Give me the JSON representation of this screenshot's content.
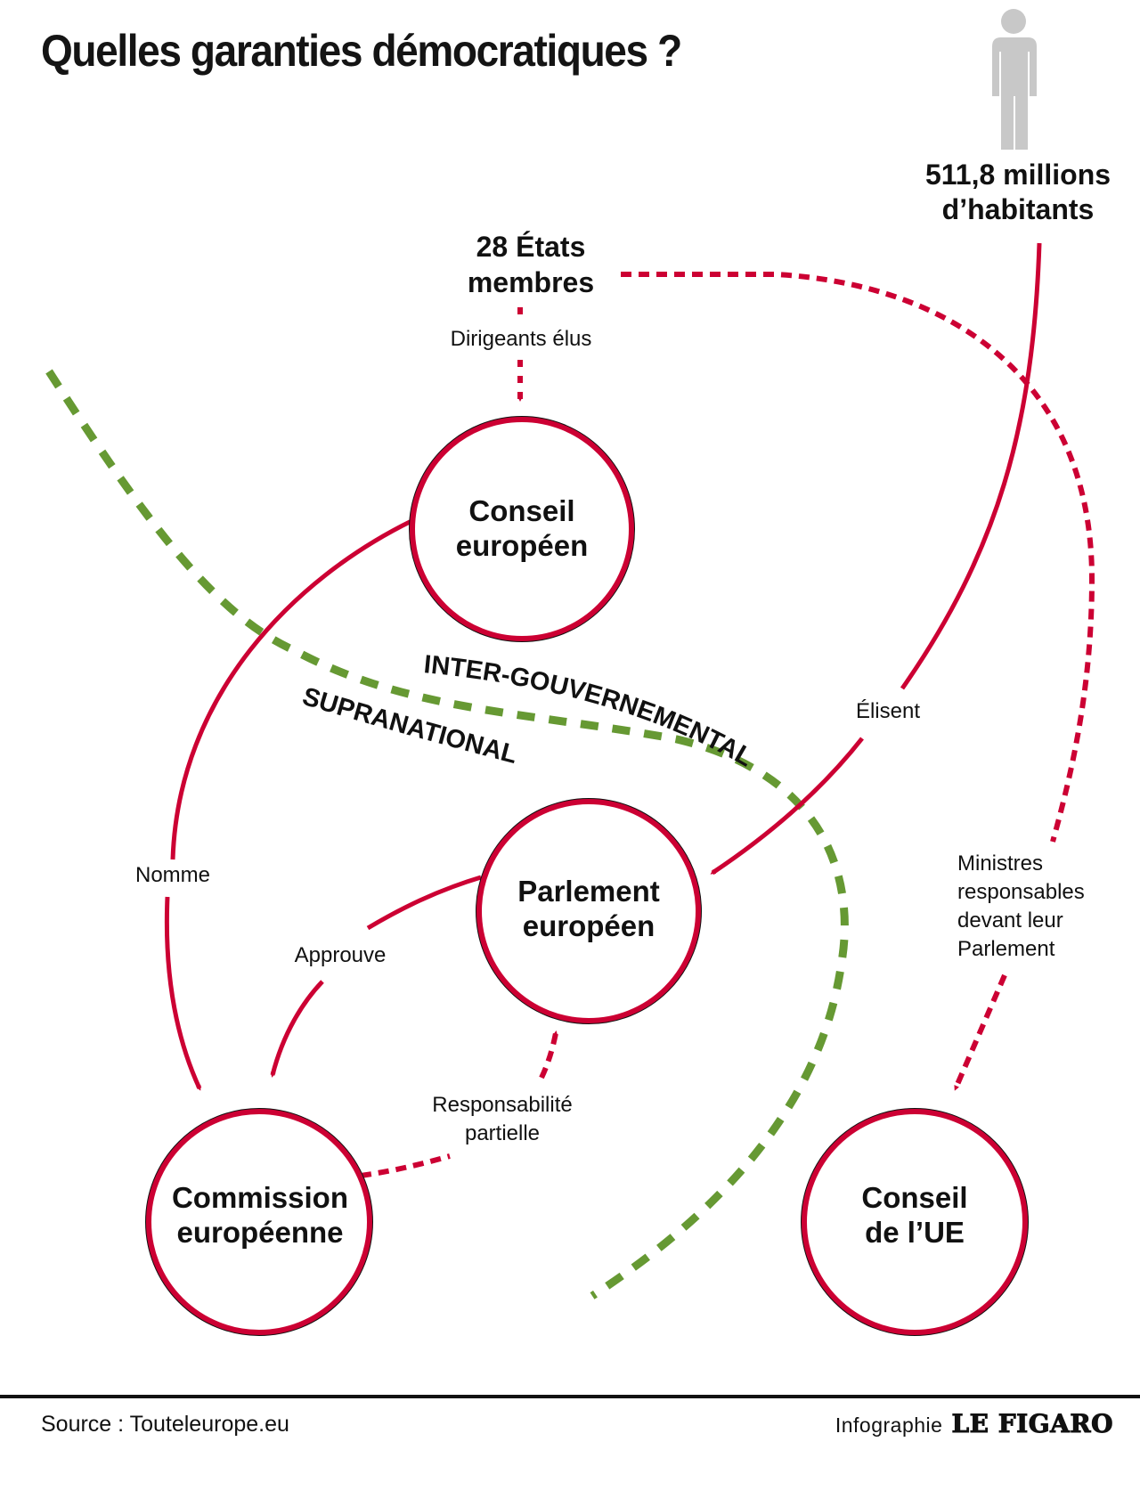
{
  "title": "Quelles garanties démocratiques ?",
  "colors": {
    "red": "#cc0033",
    "green": "#669933",
    "person_gray": "#c8c8c8",
    "text": "#111111"
  },
  "population": {
    "icon": "person-icon",
    "line1": "511,8 millions",
    "line2": "d’habitants"
  },
  "member_states": {
    "line1": "28 États",
    "line2": "membres"
  },
  "nodes": {
    "conseil_europeen": {
      "line1": "Conseil",
      "line2": "européen"
    },
    "parlement_europeen": {
      "line1": "Parlement",
      "line2": "européen"
    },
    "commission_europeenne": {
      "line1": "Commission",
      "line2": "européenne"
    },
    "conseil_ue": {
      "line1": "Conseil",
      "line2": "de l’UE"
    }
  },
  "edges": {
    "dirigeants_elus": "Dirigeants élus",
    "nomme": "Nomme",
    "approuve": "Approuve",
    "elisent": "Élisent",
    "responsabilite_line1": "Responsabilité",
    "responsabilite_line2": "partielle",
    "ministres_line1": "Ministres",
    "ministres_line2": "responsables",
    "ministres_line3": "devant leur",
    "ministres_line4": "Parlement"
  },
  "zones": {
    "inter": "INTER-GOUVERNEMENTAL",
    "supra": "SUPRANATIONAL"
  },
  "footer": {
    "source": "Source : Touteleurope.eu",
    "credit": "Infographie",
    "logo": "LE FIGARO"
  }
}
